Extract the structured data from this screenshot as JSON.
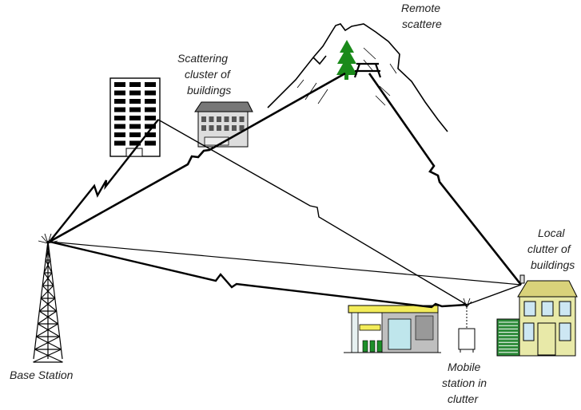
{
  "labels": {
    "remote_scatterer": [
      "Remote",
      "scattere"
    ],
    "scattering_cluster": [
      "Scattering",
      "cluster of",
      "buildings"
    ],
    "local_clutter": [
      "Local",
      "clutter of",
      "buildings"
    ],
    "base_station": "Base Station",
    "mobile_station": [
      "Mobile",
      "station in",
      "clutter"
    ]
  },
  "colors": {
    "line": "#000000",
    "tree": "#1a8a1a",
    "house_roof": "#d9d27a",
    "house_wall": "#e8e9a8",
    "house_window": "#cde7f3",
    "garage": "#2e8b3a",
    "station_canopy": "#f3ec5a",
    "station_wall": "#e6f0f0",
    "station_shop": "#bfe6ec",
    "station_pumps": "#1d8f2a"
  },
  "icons": [
    "tower-icon",
    "office-tower-icon",
    "building-cluster-icon",
    "mountain-icon",
    "tree-icon",
    "picnic-table-icon",
    "gas-station-icon",
    "house-icon",
    "mobile-station-icon"
  ]
}
